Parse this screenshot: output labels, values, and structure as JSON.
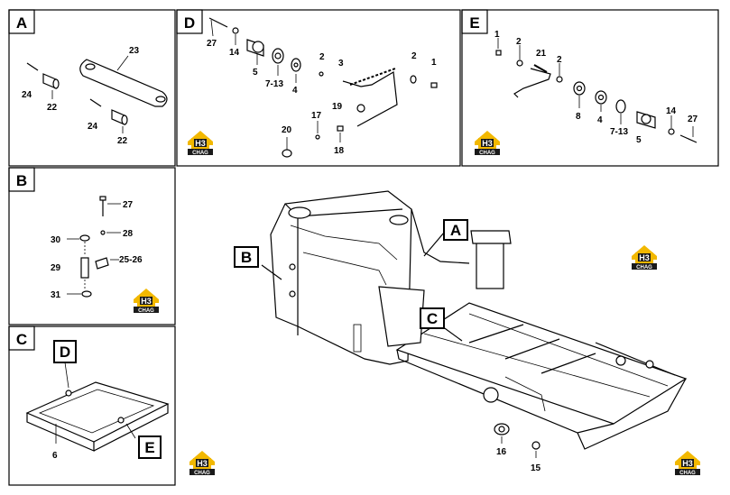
{
  "panels": {
    "A": {
      "tag": "A",
      "labels": {
        "l23": "23",
        "l24a": "24",
        "l22a": "22",
        "l24b": "24",
        "l22b": "22"
      }
    },
    "B": {
      "tag": "B",
      "labels": {
        "l27": "27",
        "l30": "30",
        "l28": "28",
        "l29": "29",
        "l2526": "25-26",
        "l31": "31"
      }
    },
    "C": {
      "tag": "C",
      "labels": {
        "l6": "6"
      },
      "callouts": {
        "D": "D",
        "E": "E"
      }
    },
    "D": {
      "tag": "D",
      "labels": {
        "l27": "27",
        "l14": "14",
        "l5": "5",
        "l713": "7-13",
        "l4": "4",
        "l2a": "2",
        "l3": "3",
        "l2b": "2",
        "l1": "1",
        "l19": "19",
        "l17": "17",
        "l20": "20",
        "l18": "18"
      }
    },
    "E": {
      "tag": "E",
      "labels": {
        "l1": "1",
        "l2a": "2",
        "l21": "21",
        "l2b": "2",
        "l8": "8",
        "l4": "4",
        "l713": "7-13",
        "l5": "5",
        "l14": "14",
        "l27": "27"
      }
    },
    "main": {
      "callouts": {
        "A": "A",
        "B": "B",
        "C": "C"
      },
      "labels": {
        "l16": "16",
        "l15": "15"
      }
    }
  },
  "logo": {
    "line1": "H3",
    "line2": "CHAG",
    "color": "#f2b800",
    "dark": "#1a1a1a"
  }
}
